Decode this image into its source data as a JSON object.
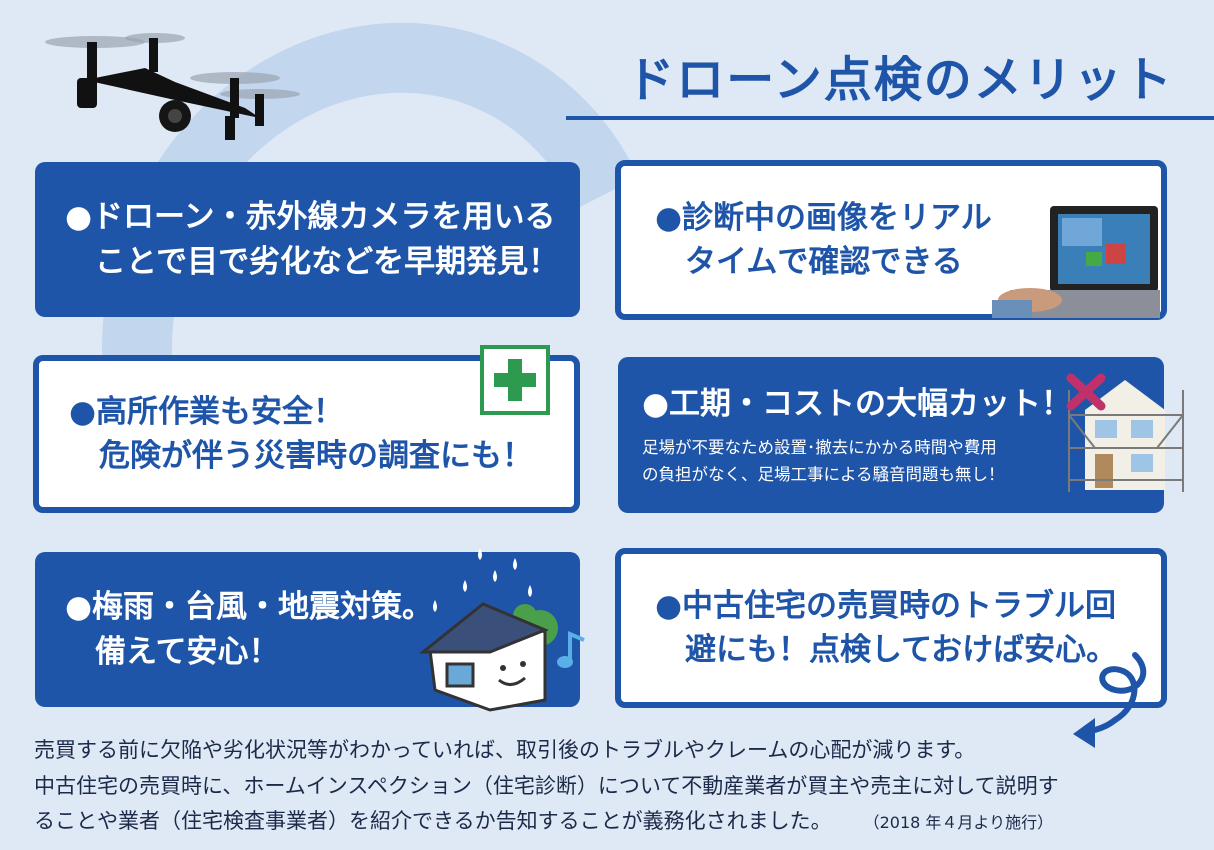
{
  "title": "ドローン点検のメリット",
  "cards": [
    {
      "lines": [
        "●ドローン・赤外線カメラを用いる",
        "ことで目で劣化などを早期発見！"
      ]
    },
    {
      "lines": [
        "●診断中の画像をリアル",
        "タイムで確認できる"
      ]
    },
    {
      "lines": [
        "●高所作業も安全！",
        "危険が伴う災害時の調査にも！"
      ]
    },
    {
      "lines": [
        "●工期・コストの大幅カット！"
      ],
      "detail": [
        "足場が不要なため設置･撤去にかかる時間や費用",
        "の負担がなく、足場工事による騒音問題も無し！"
      ]
    },
    {
      "lines": [
        "●梅雨・台風・地震対策。",
        "備えて安心！"
      ]
    },
    {
      "lines": [
        "●中古住宅の売買時のトラブル回",
        "避にも！点検しておけば安心。"
      ]
    }
  ],
  "footer": {
    "line1": "売買する前に欠陥や劣化状況等がわかっていれば、取引後のトラブルやクレームの心配が減ります。",
    "line2": "中古住宅の売買時に、ホームインスペクション（住宅診断）について不動産業者が買主や売主に対して説明す",
    "line3": "ることや業者（住宅検査事業者）を紹介できるか告知することが義務化されました。",
    "note": "（2018 年４月より施行）"
  },
  "icons": [
    "drone-icon",
    "monitor-photo-icon",
    "first-aid-cross-icon",
    "scaffold-building-icon",
    "rain-house-icon",
    "swirl-arrow-icon"
  ],
  "colors": {
    "brand_blue": "#1f55a8",
    "background": "#dfe8f5",
    "green_cross": "#2e9a4f",
    "red_x": "#c0306a"
  }
}
